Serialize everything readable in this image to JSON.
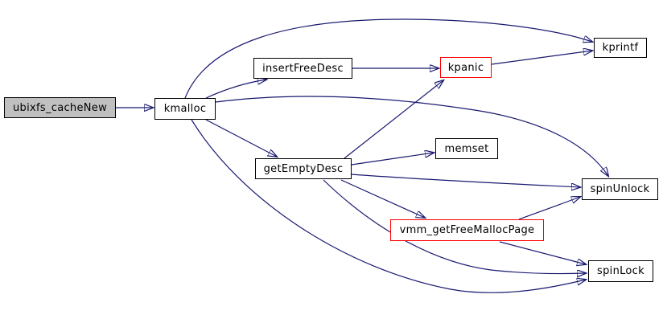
{
  "graph": {
    "type": "call-graph",
    "nodes": [
      {
        "id": "ubixfs_cacheNew",
        "label": "ubixfs_cacheNew",
        "role": "current-function",
        "fill": "#c0c0c0",
        "border": "#000000"
      },
      {
        "id": "kmalloc",
        "label": "kmalloc",
        "fill": "#ffffff",
        "border": "#000000"
      },
      {
        "id": "insertFreeDesc",
        "label": "insertFreeDesc",
        "fill": "#ffffff",
        "border": "#000000"
      },
      {
        "id": "kpanic",
        "label": "kpanic",
        "fill": "#ffffff",
        "border": "#ff0000"
      },
      {
        "id": "kprintf",
        "label": "kprintf",
        "fill": "#ffffff",
        "border": "#000000"
      },
      {
        "id": "getEmptyDesc",
        "label": "getEmptyDesc",
        "fill": "#ffffff",
        "border": "#000000"
      },
      {
        "id": "memset",
        "label": "memset",
        "fill": "#ffffff",
        "border": "#000000"
      },
      {
        "id": "spinUnlock",
        "label": "spinUnlock",
        "fill": "#ffffff",
        "border": "#000000"
      },
      {
        "id": "vmm_getFreeMallocPage",
        "label": "vmm_getFreeMallocPage",
        "fill": "#ffffff",
        "border": "#ff0000"
      },
      {
        "id": "spinLock",
        "label": "spinLock",
        "fill": "#ffffff",
        "border": "#000000"
      }
    ],
    "edges": [
      {
        "from": "ubixfs_cacheNew",
        "to": "kmalloc"
      },
      {
        "from": "kmalloc",
        "to": "insertFreeDesc"
      },
      {
        "from": "kmalloc",
        "to": "kprintf"
      },
      {
        "from": "kmalloc",
        "to": "getEmptyDesc"
      },
      {
        "from": "kmalloc",
        "to": "spinUnlock"
      },
      {
        "from": "kmalloc",
        "to": "spinLock"
      },
      {
        "from": "insertFreeDesc",
        "to": "kpanic"
      },
      {
        "from": "kpanic",
        "to": "kprintf"
      },
      {
        "from": "getEmptyDesc",
        "to": "kpanic"
      },
      {
        "from": "getEmptyDesc",
        "to": "memset"
      },
      {
        "from": "getEmptyDesc",
        "to": "spinUnlock"
      },
      {
        "from": "getEmptyDesc",
        "to": "vmm_getFreeMallocPage"
      },
      {
        "from": "getEmptyDesc",
        "to": "spinLock"
      },
      {
        "from": "vmm_getFreeMallocPage",
        "to": "spinUnlock"
      },
      {
        "from": "vmm_getFreeMallocPage",
        "to": "spinLock"
      }
    ]
  },
  "colors": {
    "background": "#ffffff",
    "edge": "#191970",
    "node_fill": "#ffffff",
    "node_border": "#000000",
    "current_node_fill": "#c0c0c0",
    "highlight_border": "#ff0000",
    "text": "#000000"
  }
}
